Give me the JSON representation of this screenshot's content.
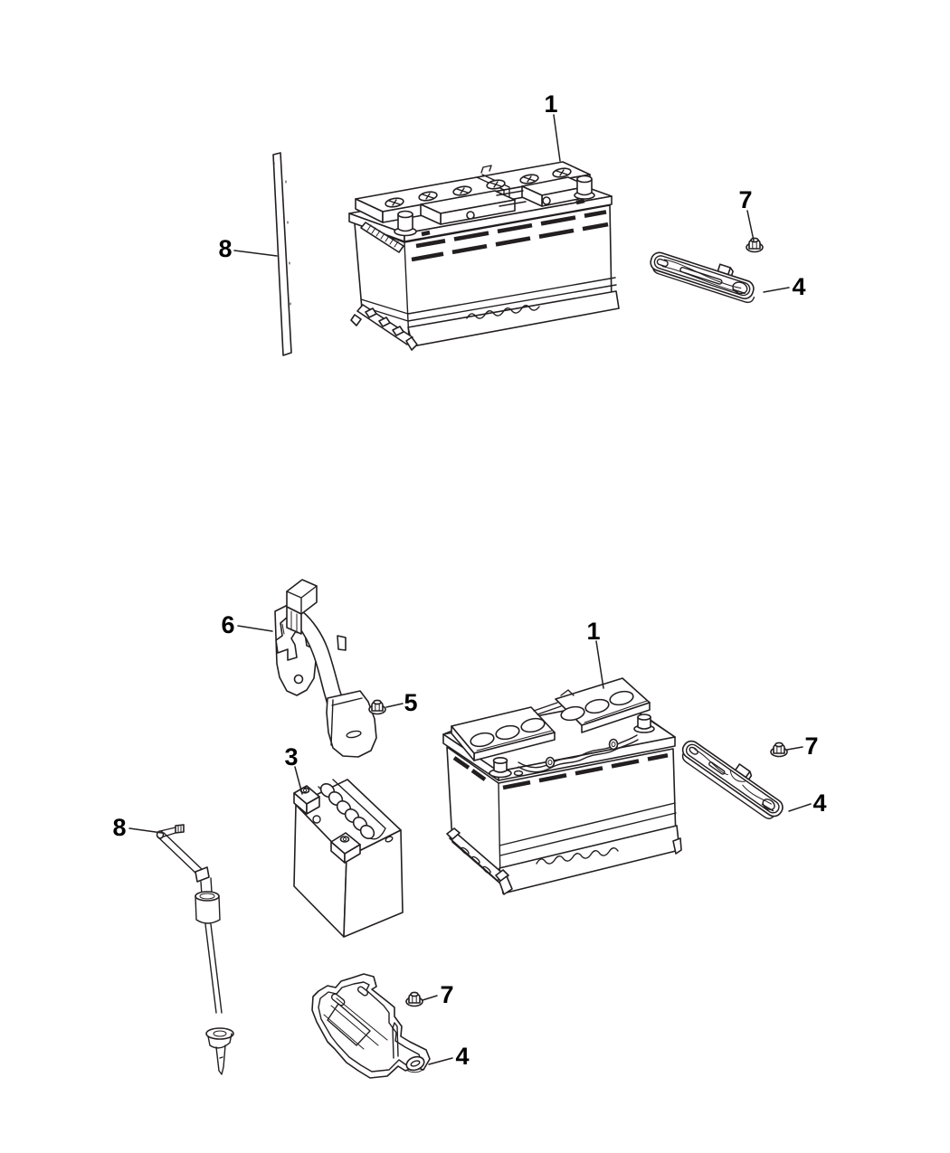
{
  "diagram": {
    "kind": "exploded-parts-line-drawing",
    "subject": "battery-and-battery-tray",
    "background_color": "#ffffff",
    "line_color": "#231f20",
    "callout_color": "#000000",
    "callouts": [
      {
        "label": "1",
        "target": "battery-top"
      },
      {
        "label": "8",
        "target": "hold-down-rod"
      },
      {
        "label": "7",
        "target": "flange-nut-top"
      },
      {
        "label": "4",
        "target": "hold-down-strap-top"
      },
      {
        "label": "6",
        "target": "support-bracket"
      },
      {
        "label": "5",
        "target": "bracket-flange-nut"
      },
      {
        "label": "3",
        "target": "auxiliary-battery"
      },
      {
        "label": "1",
        "target": "battery-bottom"
      },
      {
        "label": "7",
        "target": "strap-flange-nut"
      },
      {
        "label": "4",
        "target": "hold-down-strap-bottom"
      },
      {
        "label": "8",
        "target": "battery-vent-tube"
      },
      {
        "label": "7",
        "target": "tray-flange-nut"
      },
      {
        "label": "4",
        "target": "battery-tray"
      }
    ],
    "parts_legend": [
      {
        "callout": "1",
        "part": "battery"
      },
      {
        "callout": "3",
        "part": "auxiliary-battery"
      },
      {
        "callout": "4",
        "part": "battery-hold-down-or-tray"
      },
      {
        "callout": "5",
        "part": "flange-nut"
      },
      {
        "callout": "6",
        "part": "support-bracket"
      },
      {
        "callout": "7",
        "part": "flange-nut"
      },
      {
        "callout": "8",
        "part": "rod-or-vent-tube"
      }
    ]
  }
}
